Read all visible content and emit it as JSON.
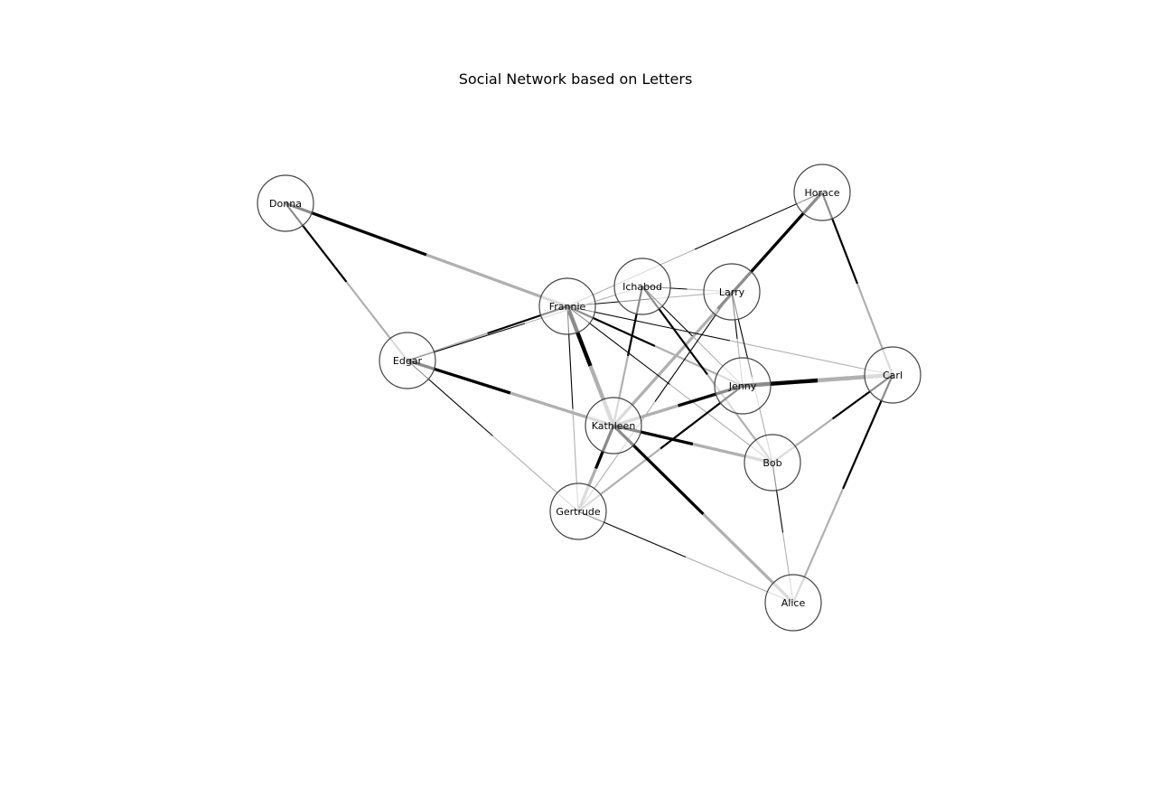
{
  "figure": {
    "title": "Social Network based on Letters"
  },
  "colors": {
    "background": "#ffffff",
    "node_fill": "#ffffff",
    "node_stroke": "#444444",
    "edge_dark": "#000000",
    "edge_light": "#b0b0b0",
    "label": "#000000"
  },
  "nodes": [
    {
      "name": "Donna"
    },
    {
      "name": "Horace"
    },
    {
      "name": "Ichabod"
    },
    {
      "name": "Larry"
    },
    {
      "name": "Frannie"
    },
    {
      "name": "Edgar"
    },
    {
      "name": "Carl"
    },
    {
      "name": "Jenny"
    },
    {
      "name": "Kathleen"
    },
    {
      "name": "Bob"
    },
    {
      "name": "Gertrude"
    },
    {
      "name": "Alice"
    }
  ],
  "edges": [
    {
      "source": "Donna",
      "target": "Frannie",
      "weight": 3
    },
    {
      "source": "Donna",
      "target": "Edgar",
      "weight": 2
    },
    {
      "source": "Horace",
      "target": "Kathleen",
      "weight": 3
    },
    {
      "source": "Horace",
      "target": "Carl",
      "weight": 2
    },
    {
      "source": "Horace",
      "target": "Frannie",
      "weight": 1
    },
    {
      "source": "Frannie",
      "target": "Kathleen",
      "weight": 4
    },
    {
      "source": "Frannie",
      "target": "Edgar",
      "weight": 2
    },
    {
      "source": "Frannie",
      "target": "Jenny",
      "weight": 2
    },
    {
      "source": "Frannie",
      "target": "Larry",
      "weight": 1
    },
    {
      "source": "Frannie",
      "target": "Carl",
      "weight": 1
    },
    {
      "source": "Frannie",
      "target": "Bob",
      "weight": 1
    },
    {
      "source": "Frannie",
      "target": "Gertrude",
      "weight": 1
    },
    {
      "source": "Edgar",
      "target": "Ichabod",
      "weight": 1
    },
    {
      "source": "Edgar",
      "target": "Kathleen",
      "weight": 3
    },
    {
      "source": "Edgar",
      "target": "Gertrude",
      "weight": 1
    },
    {
      "source": "Ichabod",
      "target": "Larry",
      "weight": 1
    },
    {
      "source": "Ichabod",
      "target": "Kathleen",
      "weight": 2
    },
    {
      "source": "Ichabod",
      "target": "Bob",
      "weight": 2
    },
    {
      "source": "Ichabod",
      "target": "Jenny",
      "weight": 1
    },
    {
      "source": "Larry",
      "target": "Jenny",
      "weight": 1
    },
    {
      "source": "Larry",
      "target": "Bob",
      "weight": 1
    },
    {
      "source": "Larry",
      "target": "Gertrude",
      "weight": 1
    },
    {
      "source": "Jenny",
      "target": "Carl",
      "weight": 4
    },
    {
      "source": "Jenny",
      "target": "Kathleen",
      "weight": 3
    },
    {
      "source": "Jenny",
      "target": "Gertrude",
      "weight": 2
    },
    {
      "source": "Carl",
      "target": "Bob",
      "weight": 2
    },
    {
      "source": "Carl",
      "target": "Alice",
      "weight": 2
    },
    {
      "source": "Kathleen",
      "target": "Bob",
      "weight": 3
    },
    {
      "source": "Kathleen",
      "target": "Gertrude",
      "weight": 3
    },
    {
      "source": "Kathleen",
      "target": "Alice",
      "weight": 3
    },
    {
      "source": "Bob",
      "target": "Alice",
      "weight": 1
    },
    {
      "source": "Gertrude",
      "target": "Alice",
      "weight": 1
    }
  ]
}
